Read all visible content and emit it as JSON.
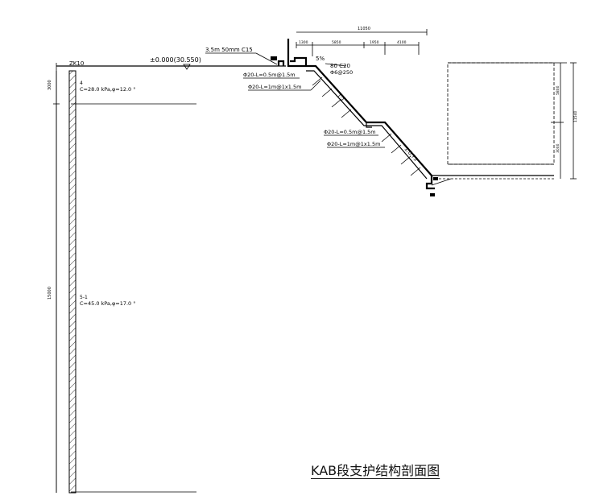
{
  "title": "KAB段支护结构剖面图",
  "borehole": "ZK10",
  "elevation": "±0.000(30.550)",
  "layers": [
    {
      "id": "4",
      "params": "C=28.0 kPa,φ=12.0 °"
    },
    {
      "id": "5-1",
      "params": "C=45.0 kPa,φ=17.0 °"
    }
  ],
  "annotations": {
    "surface": "3.5m  50mm  C15",
    "slope_pct": "5%",
    "mesh": "80  C20",
    "mesh2": "Φ6@250",
    "nail1": "Φ20-L=0.5m@1.5m",
    "nail2": "Φ20-L=1m@1x1.5m",
    "nail3": "Φ20-L=0.5m@1.5m",
    "nail4": "Φ20-L=1m@1x1.5m",
    "ratio1": "1:1",
    "ratio2": "1:0.75"
  },
  "dims": {
    "top_total": "11050",
    "top_segs": [
      "1300",
      "5850",
      "1950",
      "4100"
    ],
    "left_top": "3000",
    "left_main": "15000",
    "right_total": "11540",
    "right_upper": "5800",
    "right_lower": "3000"
  },
  "colors": {
    "line": "#000000",
    "background": "#ffffff"
  }
}
